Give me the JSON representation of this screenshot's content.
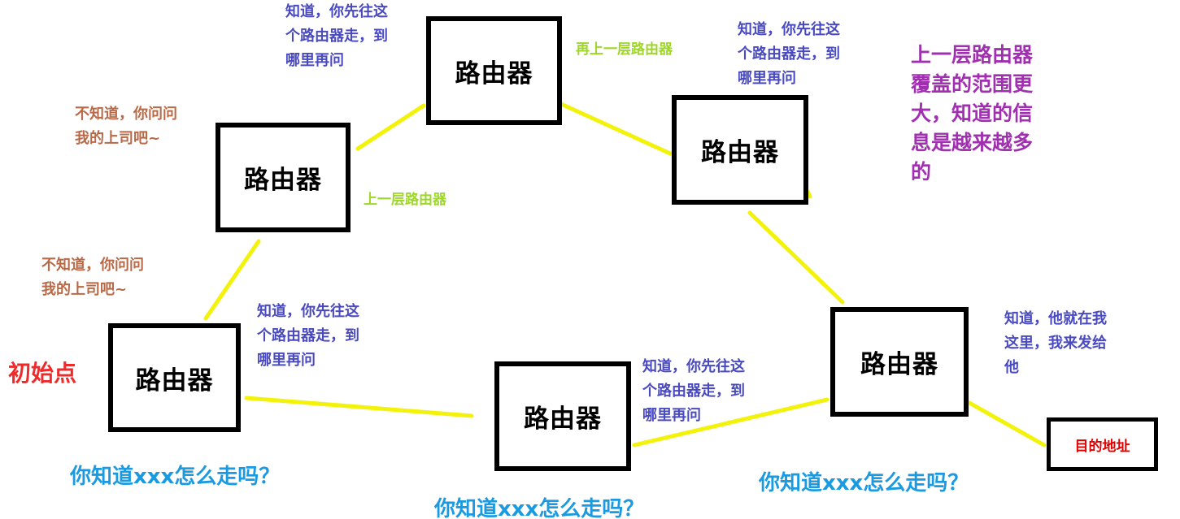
{
  "routers": [
    {
      "id": "r1",
      "label": "路由器"
    },
    {
      "id": "r2",
      "label": "路由器"
    },
    {
      "id": "r3",
      "label": "路由器"
    },
    {
      "id": "r4",
      "label": "路由器"
    },
    {
      "id": "r5",
      "label": "路由器"
    },
    {
      "id": "r6",
      "label": "路由器"
    }
  ],
  "destination": {
    "label": "目的地址"
  },
  "start_label": "初始点",
  "layer_labels": {
    "upper": "上一层路由器",
    "upper_again": "再上一层路由器"
  },
  "messages": {
    "forward": "知道，你先往这\n个路由器走，到\n哪里再问",
    "ask_boss": "不知道，你问问\n我的上司吧~",
    "arrived": "知道，他就在我\n这里，我来发给\n他"
  },
  "question": "你知道xxx怎么走吗？",
  "side_note": "上一层路由器\n覆盖的范围更\n大，知道的信\n息是越来越多\n的",
  "colors": {
    "link": "#f2f20a",
    "forward_text": "#4a4ac0",
    "ask_boss_text": "#b86a48",
    "layer_text": "#9ed62a",
    "question_text": "#1a9ae0",
    "side_note_text": "#a030b0",
    "start_text": "#ee2a2a",
    "dest_text": "#e00000"
  }
}
